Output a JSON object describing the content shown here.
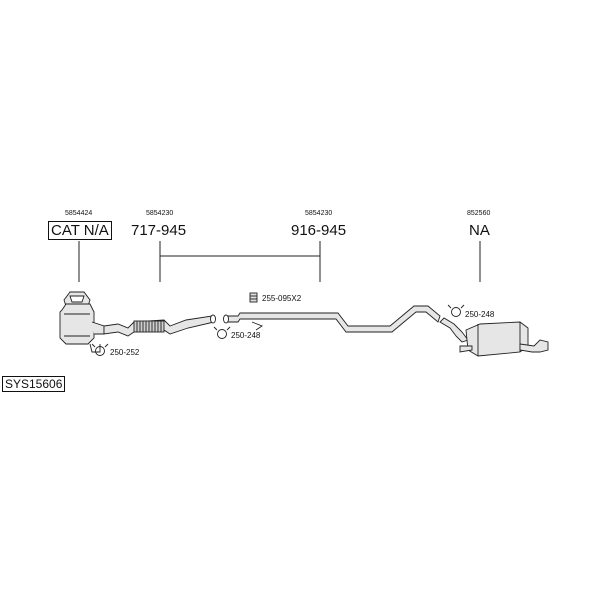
{
  "system_id": "SYS15606",
  "part_groups": [
    {
      "ref_number": "5854424",
      "part_label": "CAT N/A"
    },
    {
      "ref_number": "5854230",
      "part_label": "717-945"
    },
    {
      "ref_number": "5854230",
      "part_label": "916-945"
    },
    {
      "ref_number": "852560",
      "part_label": "NA"
    }
  ],
  "accessories": [
    {
      "code": "250-252",
      "icon": "clamp-icon"
    },
    {
      "code": "250-248",
      "icon": "clamp-icon"
    },
    {
      "code": "255-095X2",
      "icon": "rubber-mount-icon"
    },
    {
      "code": "250-248",
      "icon": "clamp-icon"
    }
  ],
  "colors": {
    "line": "#222222",
    "part_fill": "#e6e6e6"
  }
}
